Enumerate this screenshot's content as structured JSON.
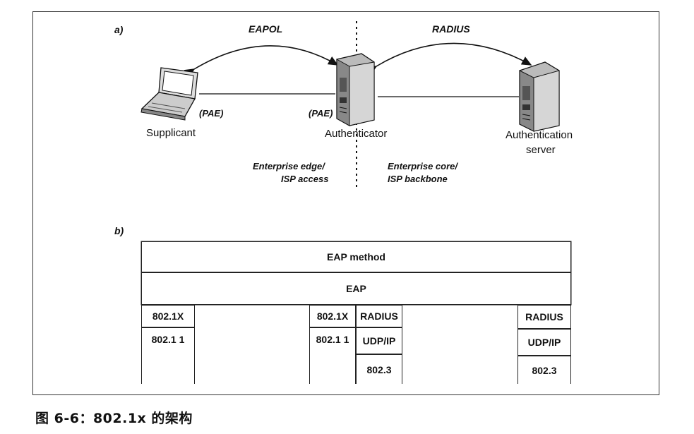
{
  "panel_a": {
    "section_label": "a)",
    "eapol_label": "EAPOL",
    "radius_label": "RADIUS",
    "supplicant_pae": "(PAE)",
    "authenticator_pae": "(PAE)",
    "supplicant_label": "Supplicant",
    "authenticator_label": "Authenticator",
    "auth_server_line1": "Authentication",
    "auth_server_line2": "server",
    "edge_line1": "Enterprise edge/",
    "edge_line2": "ISP access",
    "core_line1": "Enterprise core/",
    "core_line2": "ISP backbone"
  },
  "panel_b": {
    "section_label": "b)",
    "eap_method": "EAP method",
    "eap": "EAP",
    "left_stack": [
      "802.1X",
      "802.1 1"
    ],
    "middle_left_stack": [
      "802.1X",
      "802.1 1"
    ],
    "middle_right_stack": [
      "RADIUS",
      "UDP/IP",
      "802.3"
    ],
    "right_stack": [
      "RADIUS",
      "UDP/IP",
      "802.3"
    ]
  },
  "caption": "图 6-6：802.1x 的架构"
}
